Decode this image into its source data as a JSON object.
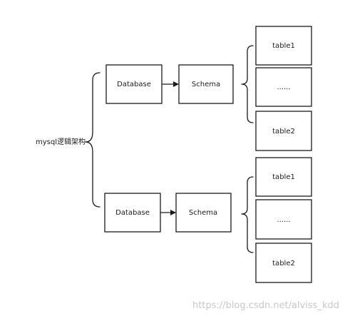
{
  "diagram": {
    "root_label": "mysql逻辑架构",
    "branches": [
      {
        "database_label": "Database",
        "schema_label": "Schema",
        "tables": [
          "table1",
          "......",
          "table2"
        ]
      },
      {
        "database_label": "Database",
        "schema_label": "Schema",
        "tables": [
          "table1",
          "......",
          "table2"
        ]
      }
    ]
  },
  "watermark": "https://blog.csdn.net/alviss_kdd"
}
